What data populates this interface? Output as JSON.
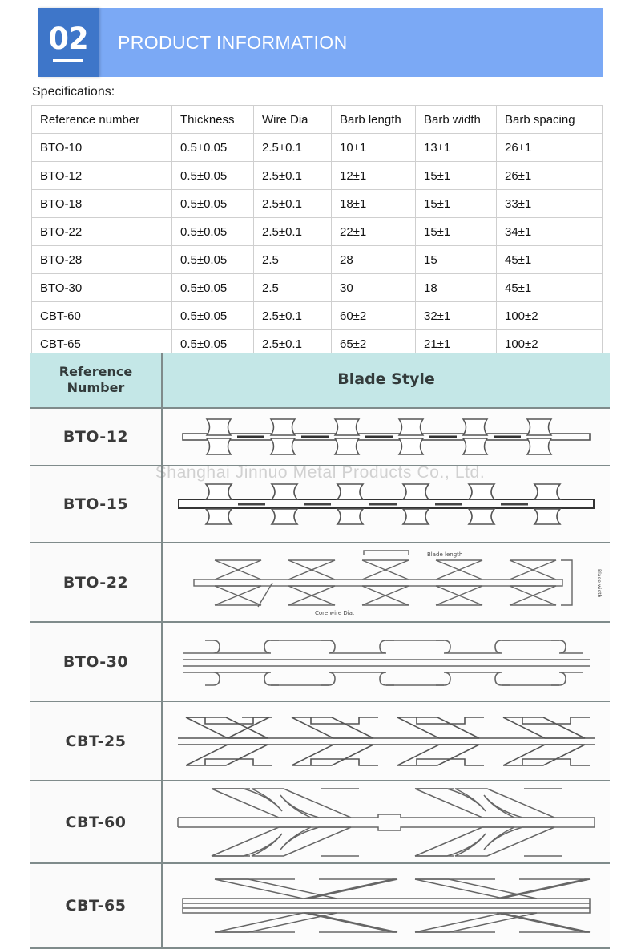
{
  "header": {
    "number": "02",
    "title": "PRODUCT INFORMATION",
    "badge_color": "#3E76C9",
    "banner_color": "#7BA9F5"
  },
  "spec_section": {
    "label": "Specifications:",
    "table": {
      "columns": [
        "Reference number",
        "Thickness",
        "Wire Dia",
        "Barb length",
        "Barb width",
        "Barb spacing"
      ],
      "rows": [
        [
          "BTO-10",
          "0.5±0.05",
          "2.5±0.1",
          "10±1",
          "13±1",
          "26±1"
        ],
        [
          "BTO-12",
          "0.5±0.05",
          "2.5±0.1",
          "12±1",
          "15±1",
          "26±1"
        ],
        [
          "BTO-18",
          "0.5±0.05",
          "2.5±0.1",
          "18±1",
          "15±1",
          "33±1"
        ],
        [
          "BTO-22",
          "0.5±0.05",
          "2.5±0.1",
          "22±1",
          "15±1",
          "34±1"
        ],
        [
          "BTO-28",
          "0.5±0.05",
          "2.5",
          "28",
          "15",
          "45±1"
        ],
        [
          "BTO-30",
          "0.5±0.05",
          "2.5",
          "30",
          "18",
          "45±1"
        ],
        [
          "CBT-60",
          "0.5±0.05",
          "2.5±0.1",
          "60±2",
          "32±1",
          "100±2"
        ],
        [
          "CBT-65",
          "0.5±0.05",
          "2.5±0.1",
          "65±2",
          "21±1",
          "100±2"
        ]
      ]
    }
  },
  "blade_figure": {
    "header_ref": "Reference\nNumber",
    "header_ref_line1": "Reference",
    "header_ref_line2": "Number",
    "header_style": "Blade Style",
    "header_bg": "#C4E7E7",
    "watermark": "Shanghai Jinnuo Metal Products Co., Ltd.",
    "rows": [
      {
        "ref": "BTO-12",
        "style": "single-wire-small-barb"
      },
      {
        "ref": "BTO-15",
        "style": "single-wire-small-barb"
      },
      {
        "ref": "BTO-22",
        "style": "single-wire-hourglass-annotated"
      },
      {
        "ref": "BTO-30",
        "style": "double-wire-curved-barb"
      },
      {
        "ref": "CBT-25",
        "style": "double-wire-cross-barb"
      },
      {
        "ref": "CBT-60",
        "style": "double-wire-large-cross-barb"
      },
      {
        "ref": "CBT-65",
        "style": "double-wire-long-flat-barb"
      }
    ],
    "annotations": {
      "blade_length": "Blade length",
      "core_wire_dia": "Core wire Dia.",
      "blade_width": "Blade width"
    }
  }
}
